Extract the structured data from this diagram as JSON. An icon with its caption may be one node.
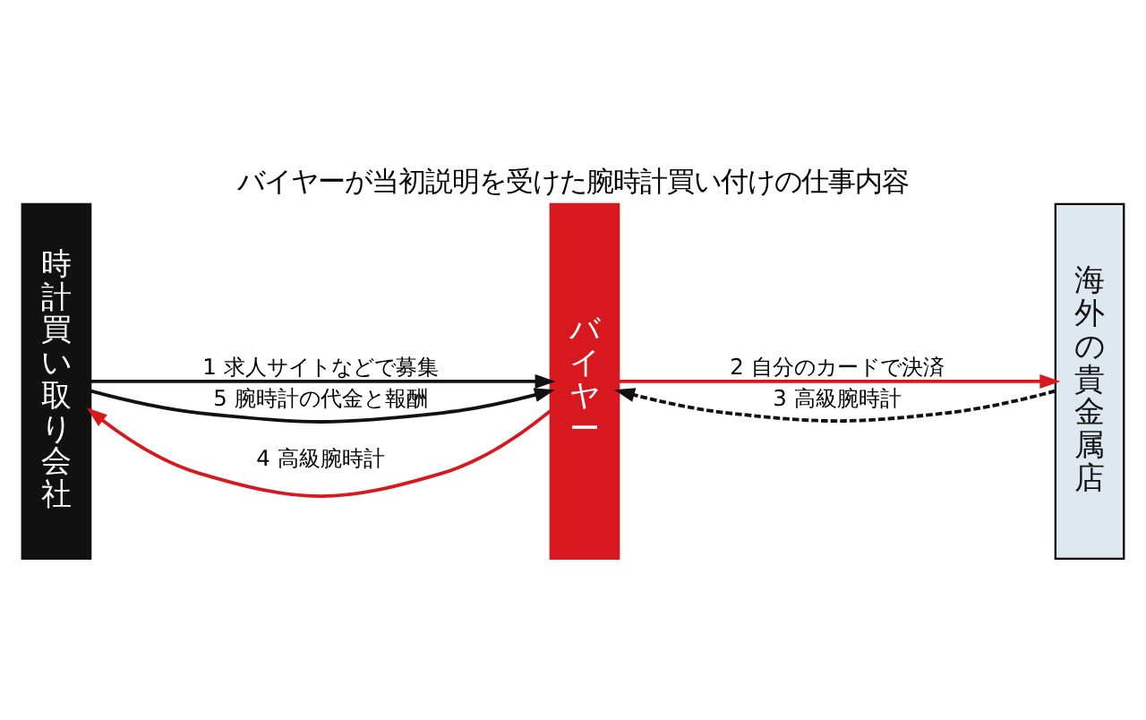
{
  "diagram": {
    "title": "バイヤーが当初説明を受けた腕時計買い付けの仕事内容",
    "nodes": [
      {
        "text": [
          "時計買い取り会社"
        ]
      },
      {
        "text": [
          "バイヤー"
        ]
      },
      {
        "text": [
          "海外の貴金属店"
        ]
      }
    ],
    "edges": [
      {
        "from": 0,
        "to": 1,
        "arrow": "to",
        "label": "1 求人サイトなどで募集"
      },
      {
        "from": 1,
        "to": 2,
        "arrow": "to",
        "label": "2 自分のカードで決済",
        "color": "#d7191f"
      },
      {
        "from": 2,
        "to": 1,
        "arrow": "to",
        "label": "3 高級腕時計",
        "style": "dashed"
      },
      {
        "from": 1,
        "to": 0,
        "arrow": "to",
        "label": "4 高級腕時計",
        "color": "#d7191f"
      },
      {
        "from": 0,
        "to": 1,
        "arrow": "to",
        "label": "5 腕時計の代金と報酬"
      }
    ]
  }
}
